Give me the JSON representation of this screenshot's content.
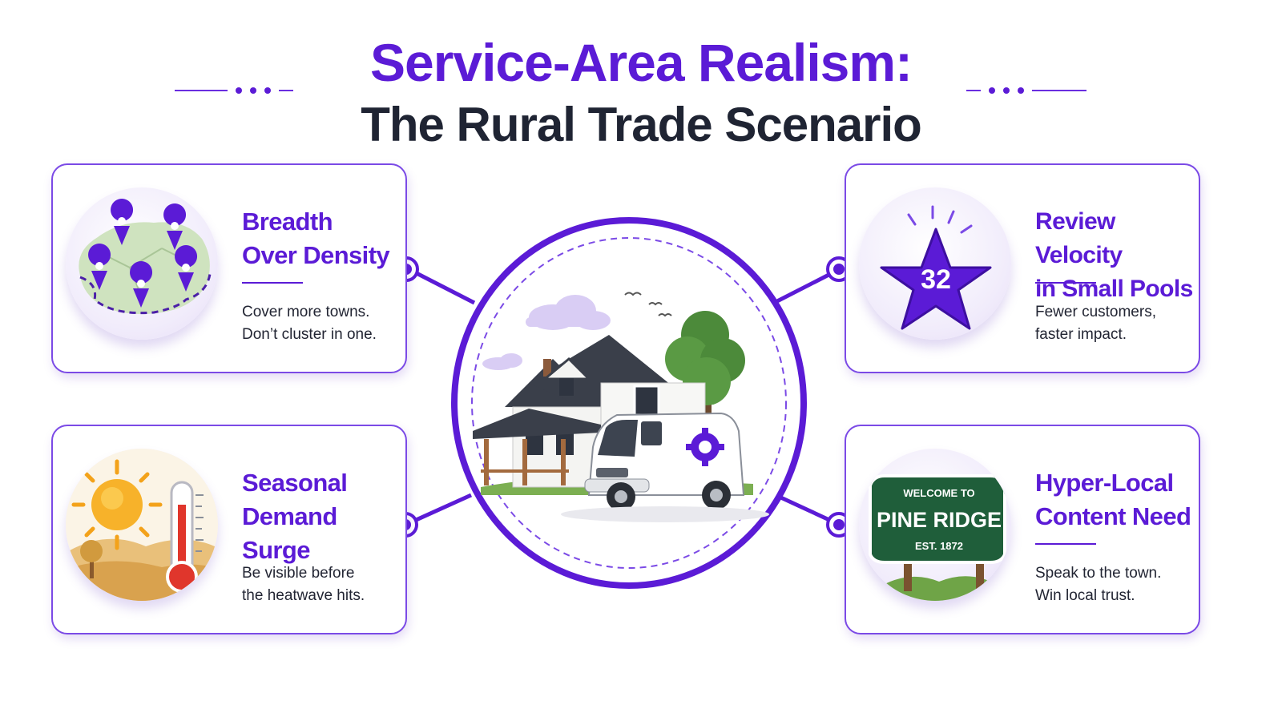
{
  "title": {
    "line1": "Service-Area Realism:",
    "line2": "The Rural Trade Scenario"
  },
  "colors": {
    "accent": "#5b1bd6",
    "dark_text": "#1f2433",
    "body_text": "#222533",
    "card_border": "#7b4ae6"
  },
  "cards": [
    {
      "id": "breadth",
      "title": "Breadth\nOver Density",
      "description": "Cover more towns.\nDon’t cluster in one.",
      "icon": "map-pins-icon"
    },
    {
      "id": "review",
      "title": "Review Velocity\nin Small Pools",
      "description": "Fewer customers,\nfaster impact.",
      "icon": "star-icon",
      "star_count": "32"
    },
    {
      "id": "seasonal",
      "title": "Seasonal\nDemand Surge",
      "description": "Be visible before\nthe heatwave hits.",
      "icon": "sun-thermometer-icon"
    },
    {
      "id": "hyperlocal",
      "title": "Hyper-Local\nContent Need",
      "description": "Speak to the town.\nWin local trust.",
      "icon": "town-sign-icon",
      "sign": {
        "top": "WELCOME TO",
        "name": "PINE RIDGE",
        "est": "EST. 1872"
      }
    }
  ],
  "center": {
    "icon": "house-van-icon"
  }
}
